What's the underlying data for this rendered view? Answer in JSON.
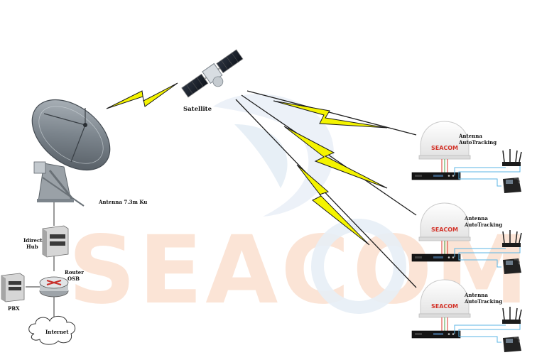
{
  "labels": {
    "satellite": "Satellite",
    "hub_antenna": "Antenna 7.3m Ku",
    "idirect_hub_line1": "Idirect",
    "idirect_hub_line2": "Hub",
    "router_line1": "Router",
    "router_line2": "OSB",
    "pbx": "PBX",
    "internet": "Internet"
  },
  "remote_sites": [
    {
      "label_line1": "Antenna",
      "label_line2": "AutoTracking",
      "dome_brand": "SEACOM"
    },
    {
      "label_line1": "Antenna",
      "label_line2": "AutoTracking",
      "dome_brand": "SEACOM"
    },
    {
      "label_line1": "Antenna",
      "label_line2": "AutoTracking",
      "dome_brand": "SEACOM"
    }
  ],
  "watermark": {
    "text": "SEACOM"
  },
  "colors": {
    "signal_bolt": "#f4f400",
    "bolt_outline": "#1a1a1a",
    "link_line": "#1f1f1f",
    "lan_cable": "#5bb6e6",
    "red_cable": "#d9362b",
    "green_cable": "#4aa34a",
    "watermark_fill": "#fbe4d6",
    "watermark_blue": "#e7eef6",
    "brand_red": "#d3342a"
  }
}
